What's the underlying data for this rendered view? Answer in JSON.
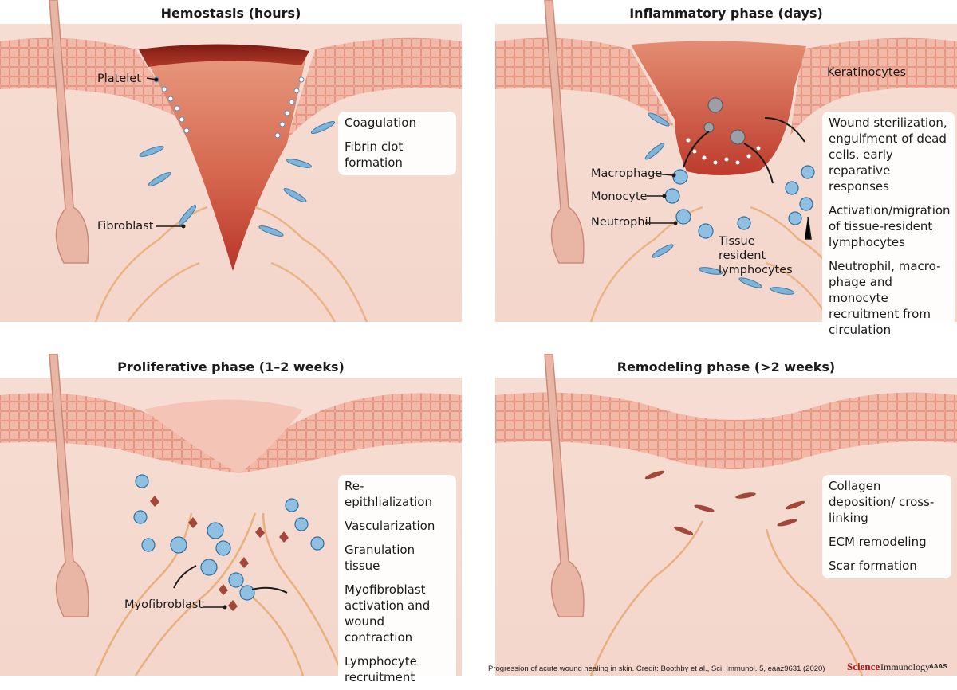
{
  "panels": [
    {
      "title": "Hemostasis (hours)",
      "callouts": [
        "Platelet",
        "Fibroblast"
      ],
      "info": [
        "Coagulation",
        "Fibrin clot formation"
      ]
    },
    {
      "title": "Inflammatory phase (days)",
      "callouts": [
        "Keratinocytes",
        "Macrophage",
        "Monocyte",
        "Neutrophil",
        "Tissue resident lymphocytes"
      ],
      "info": [
        "Wound sterilization, engulfment of dead cells, early reparative responses",
        "Activation/migration of tissue-resident lymphocytes",
        "Neutrophil, macro-phage and monocyte recruitment from circulation"
      ]
    },
    {
      "title": "Proliferative phase (1–2 weeks)",
      "callouts": [
        "Myofibroblast"
      ],
      "info": [
        "Re-epithlialization",
        "Vascularization",
        "Granulation tissue",
        "Myofibroblast activation and wound contraction",
        "Lymphocyte recruitment"
      ]
    },
    {
      "title": "Remodeling phase (>2 weeks)",
      "callouts": [],
      "info": [
        "Collagen deposition/ cross-linking",
        "ECM remodeling",
        "Scar formation"
      ]
    }
  ],
  "caption": "Progression of acute wound healing in skin. Credit: Boothby et al., Sci. Immunol. 5, eaaz9631 (2020)",
  "brand": {
    "science": "Science",
    "immunology": "Immunology",
    "aaas": "AAAS"
  },
  "colors": {
    "skin": "#f3d7cc",
    "epidermis": "#f0b3a3",
    "clot": "#b8352a",
    "cell": "#6fa9d1",
    "myofibroblast": "#a2473a"
  }
}
